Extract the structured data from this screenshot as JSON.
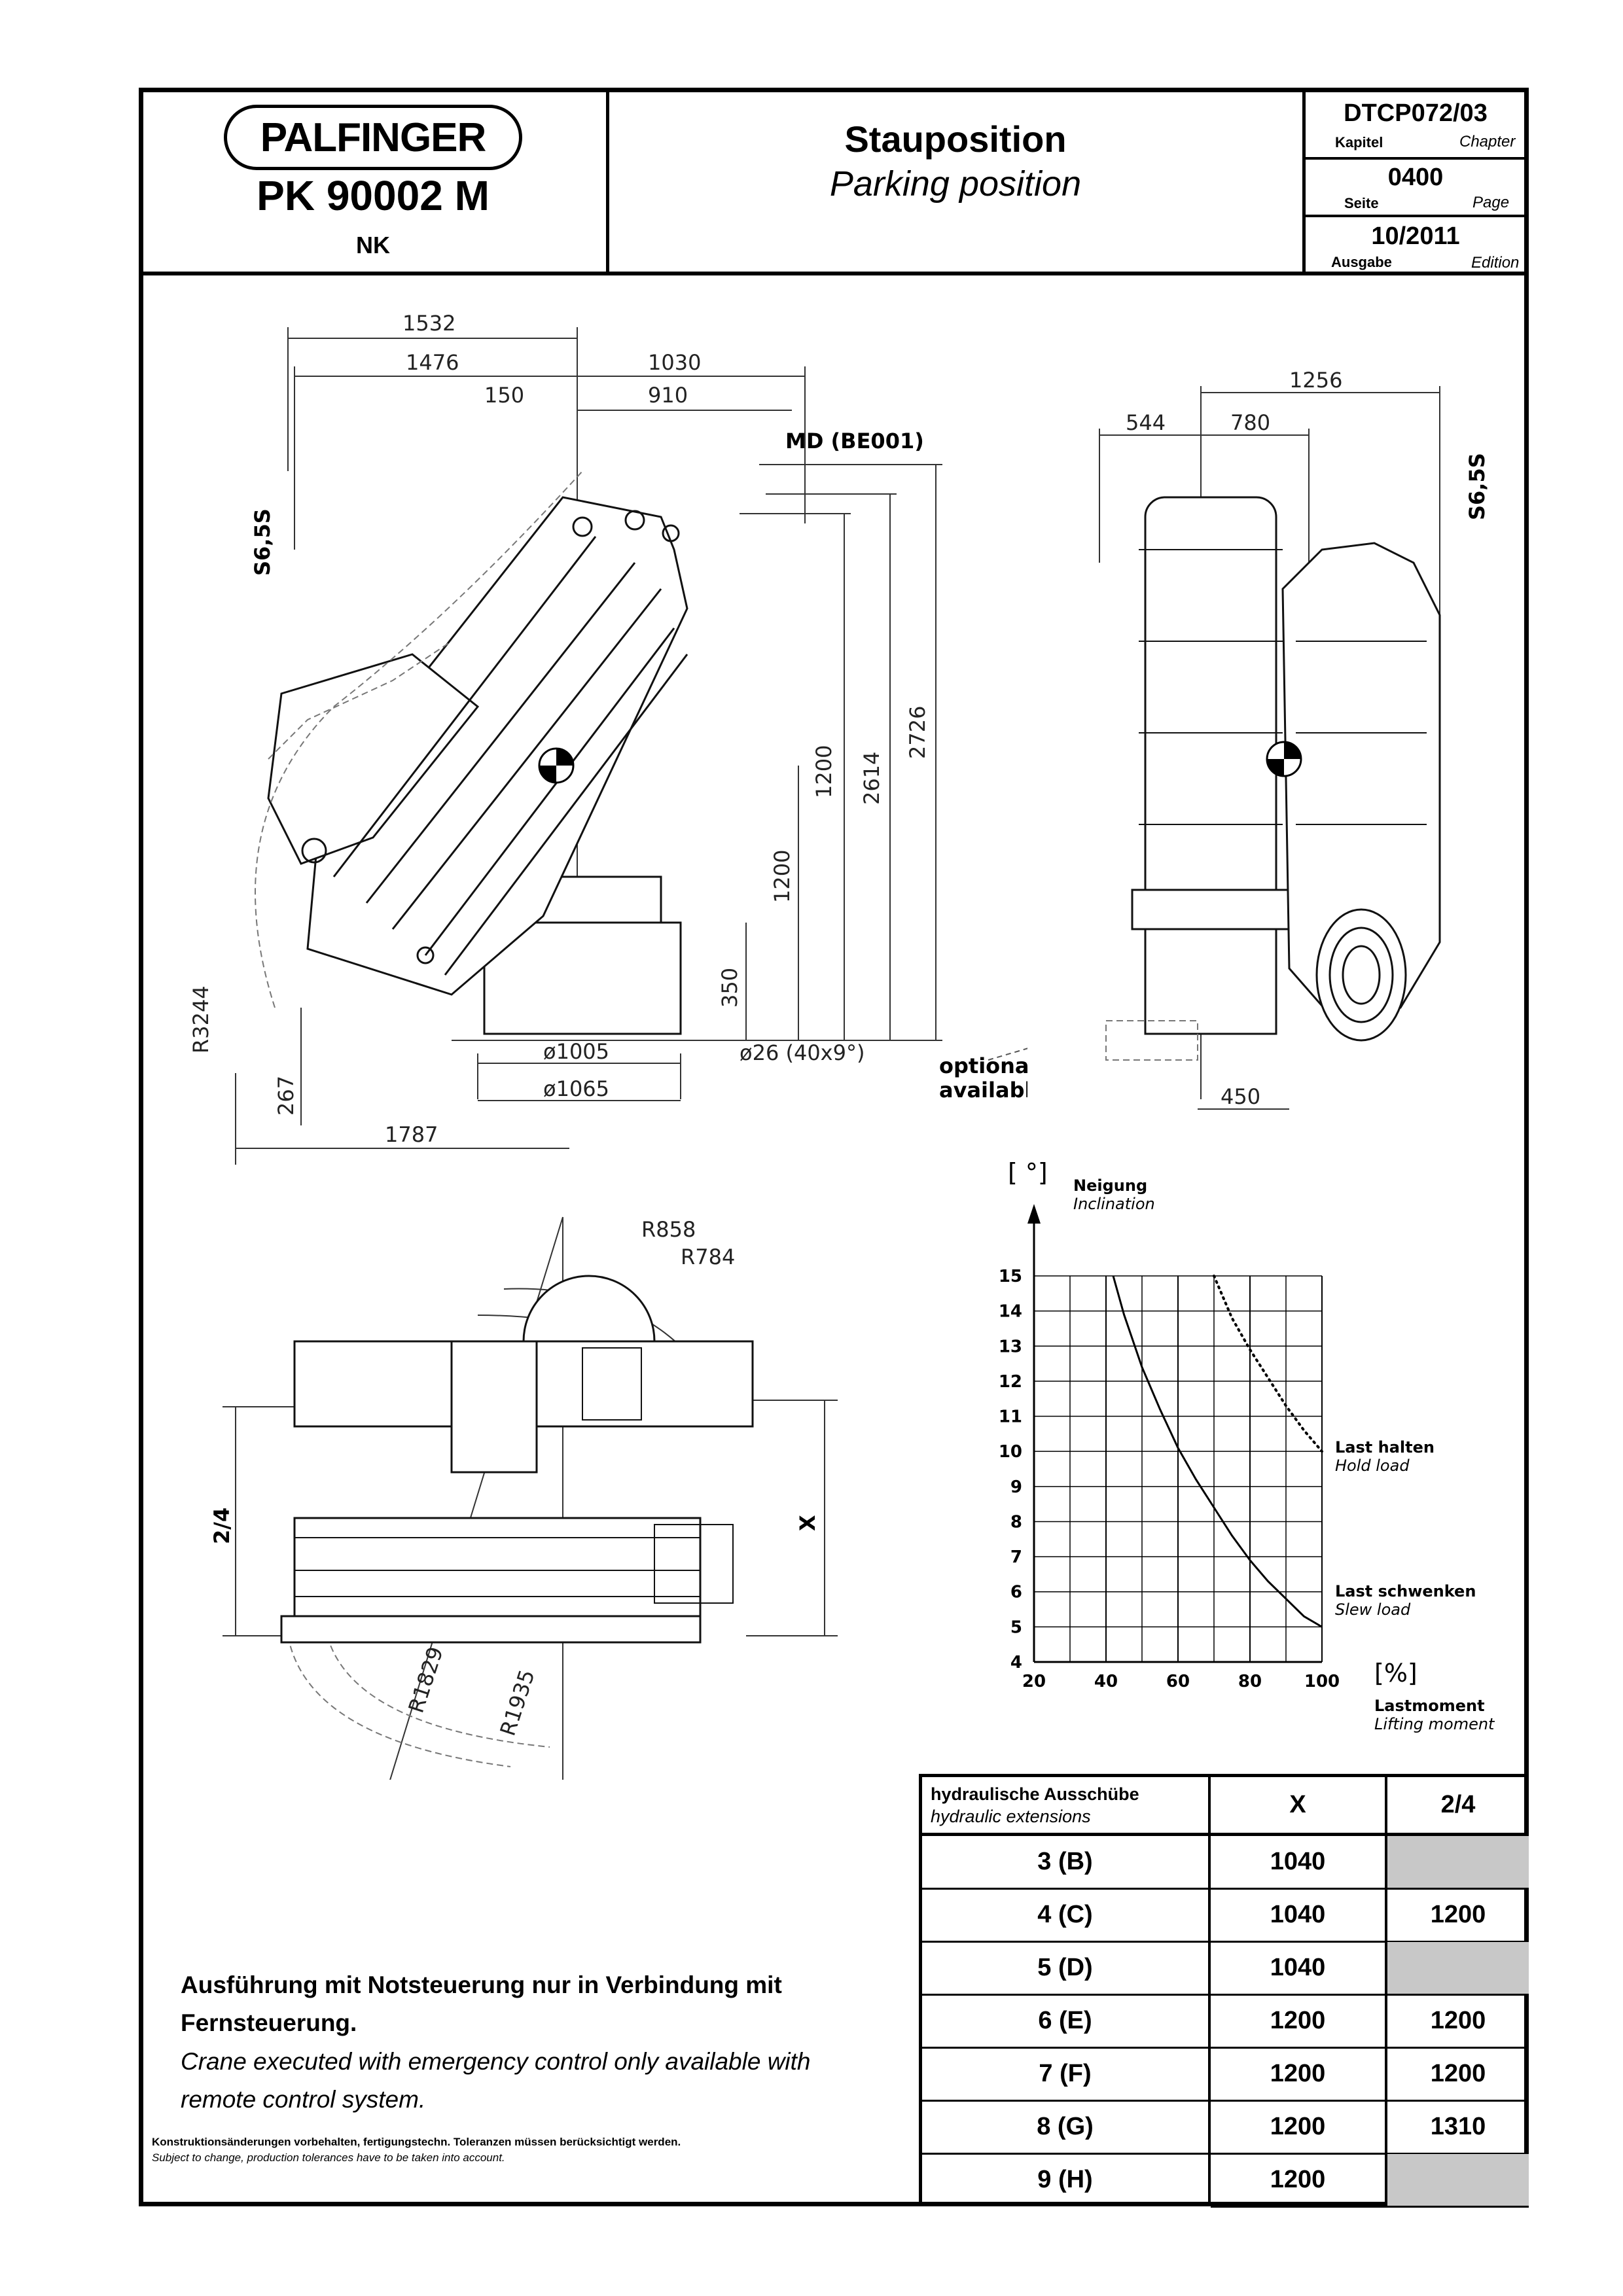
{
  "header": {
    "brand": "PALFINGER",
    "model": "PK 90002 M",
    "model_sub": "NK",
    "title_de": "Stauposition",
    "title_en": "Parking position",
    "doc_number": "DTCP072/03",
    "chapter_de": "Kapitel",
    "chapter_en": "Chapter",
    "page_number": "0400",
    "page_de": "Seite",
    "page_en": "Page",
    "edition_number": "10/2011",
    "edition_de": "Ausgabe",
    "edition_en": "Edition"
  },
  "drawing_side": {
    "dims": [
      "1532",
      "1476",
      "1030",
      "150",
      "910",
      "MD (BE001)",
      "S6,5S",
      "1200",
      "2614",
      "2726",
      "1200",
      "350",
      "R3244",
      "267",
      "1787",
      "ø1005",
      "ø1065",
      "ø26 (40x9°)"
    ],
    "note_line1": "optionally",
    "note_line2": "available"
  },
  "drawing_front": {
    "dims": [
      "1256",
      "544",
      "780",
      "S6,5S",
      "450"
    ]
  },
  "drawing_top": {
    "dims": [
      "R858",
      "R784",
      "2/4",
      "X",
      "R1829",
      "R1935"
    ]
  },
  "chart_data": {
    "type": "line",
    "y_unit_label": "[ °]",
    "y_label_de": "Neigung",
    "y_label_en": "Inclination",
    "x_unit_label": "[%]",
    "x_label_de": "Lastmoment",
    "x_label_en": "Lifting moment",
    "xlim": [
      20,
      100
    ],
    "ylim": [
      4,
      15
    ],
    "x_ticks": [
      "20",
      "40",
      "60",
      "80",
      "100"
    ],
    "y_ticks": [
      "4",
      "5",
      "6",
      "7",
      "8",
      "9",
      "10",
      "11",
      "12",
      "13",
      "14",
      "15"
    ],
    "grid": true,
    "series": [
      {
        "name_de": "Last halten",
        "name_en": "Hold load",
        "style": "dotted",
        "x": [
          70,
          75,
          80,
          85,
          90,
          95,
          100
        ],
        "y": [
          15,
          13.8,
          12.9,
          12.1,
          11.3,
          10.6,
          10
        ]
      },
      {
        "name_de": "Last schwenken",
        "name_en": "Slew load",
        "style": "solid",
        "x": [
          42,
          45,
          50,
          55,
          60,
          65,
          70,
          75,
          80,
          85,
          90,
          95,
          100
        ],
        "y": [
          15,
          13.9,
          12.4,
          11.2,
          10.1,
          9.2,
          8.4,
          7.6,
          6.9,
          6.3,
          5.8,
          5.3,
          5
        ]
      }
    ]
  },
  "notice": {
    "de": "Ausführung mit Notsteuerung nur in Verbindung mit Fernsteuerung.",
    "en": "Crane executed with emergency control only available with remote control system."
  },
  "footer": {
    "de": "Konstruktionsänderungen vorbehalten, fertigungstechn. Toleranzen müssen berücksichtigt werden.",
    "en": "Subject to change, production tolerances have to be taken into account."
  },
  "table": {
    "header_de": "hydraulische Ausschübe",
    "header_en": "hydraulic extensions",
    "col_x": "X",
    "col_24": "2/4",
    "rows": [
      {
        "ext": "3 (B)",
        "x": "1040",
        "v24": ""
      },
      {
        "ext": "4 (C)",
        "x": "1040",
        "v24": "1200"
      },
      {
        "ext": "5 (D)",
        "x": "1040",
        "v24": ""
      },
      {
        "ext": "6 (E)",
        "x": "1200",
        "v24": "1200"
      },
      {
        "ext": "7 (F)",
        "x": "1200",
        "v24": "1200"
      },
      {
        "ext": "8 (G)",
        "x": "1200",
        "v24": "1310"
      },
      {
        "ext": "9 (H)",
        "x": "1200",
        "v24": ""
      }
    ]
  }
}
